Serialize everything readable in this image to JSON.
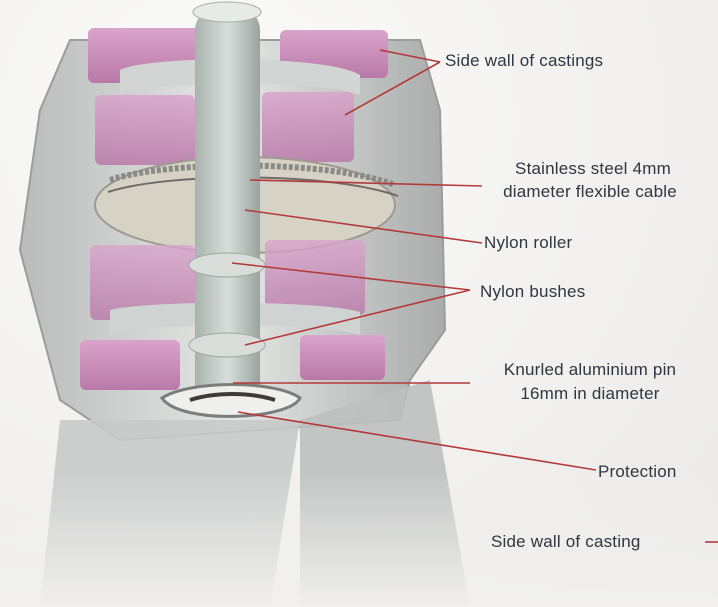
{
  "labels": {
    "side_wall_castings": "Side wall of castings",
    "cable_line1": "Stainless steel 4mm",
    "cable_line2": "diameter flexible cable",
    "nylon_roller": "Nylon roller",
    "nylon_bushes": "Nylon bushes",
    "pin_line1": "Knurled aluminium pin",
    "pin_line2": "16mm in diameter",
    "protection": "Protection",
    "side_wall_casting": "Side wall of casting"
  },
  "colors": {
    "casting_pink": "#c98bb8",
    "nylon_grey": "#cfd3cf",
    "leader_red": "#b33a3a",
    "text": "#2f3640"
  }
}
